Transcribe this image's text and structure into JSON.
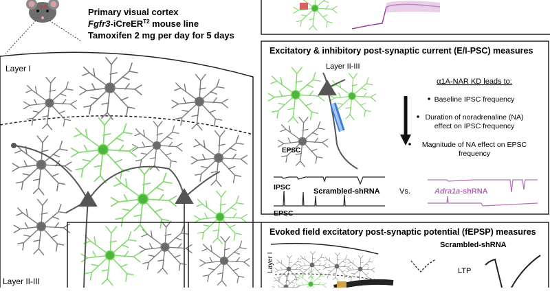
{
  "header": {
    "line1": "Primary visual cortex",
    "line2_italic": "Fgfr3",
    "line2_rest": "-iCreER",
    "line2_sup": "T2",
    "line2_end": " mouse line",
    "line3": "Tamoxifen 2 mg per day for 5 days"
  },
  "left": {
    "layer1_label": "Layer I",
    "layer23_label": "Layer II-III"
  },
  "panel_psc": {
    "title": "Excitatory & inhibitory post-synaptic current (E/I-PSC) measures",
    "layer_label": "Layer II-III",
    "epsc_label": "EPSC",
    "kd_title": "α1A-NAR KD leads to:",
    "bullets": [
      "Baseline IPSC frequency",
      "Duration of noradrenaline (NA) effect on IPSC frequency",
      "Magnitude of NA effect on EPSC frequency"
    ],
    "ipsc_label": "IPSC",
    "epsc_trace_label": "EPSC",
    "scrambled_label": "Scrambled-shRNA",
    "vs_label": "Vs.",
    "adra_italic": "Adra1a",
    "adra_rest": "-shRNA"
  },
  "panel_fepsp": {
    "title": "Evoked field excitatory post-synaptic potential (fEPSP) measures",
    "layer_label": "Layer I",
    "scrambled_label": "Scrambled-shRNA",
    "ltp_label": "LTP"
  },
  "colors": {
    "green": "#7fd96b",
    "green_dark": "#4cb63a",
    "gray": "#7a7a7a",
    "gray_dark": "#555555",
    "purple": "#b46bb4",
    "panel_border": "#222222"
  }
}
